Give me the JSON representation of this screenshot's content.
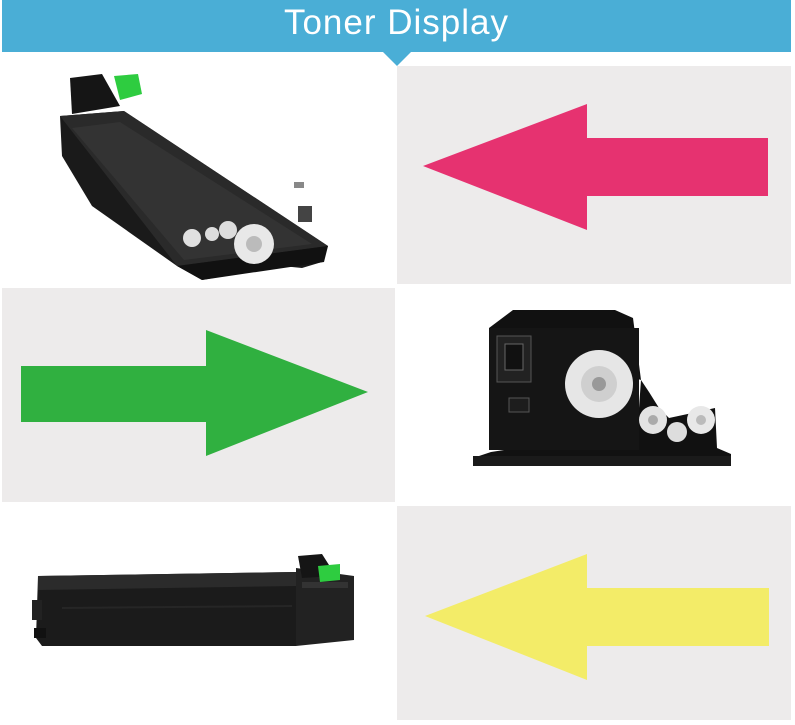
{
  "header": {
    "title": "Toner Display"
  },
  "panels": [
    {
      "row": 1,
      "left": "toner-top-view-image",
      "right": "pink-left-arrow"
    },
    {
      "row": 2,
      "left": "green-right-arrow",
      "right": "toner-end-view-image"
    },
    {
      "row": 3,
      "left": "toner-side-view-image",
      "right": "yellow-left-arrow"
    }
  ],
  "colors": {
    "header": "#4aaed6",
    "pink_arrow": "#e63270",
    "green_arrow": "#30b040",
    "yellow_arrow": "#f3ec68",
    "panel_bg": "#edebeb"
  }
}
